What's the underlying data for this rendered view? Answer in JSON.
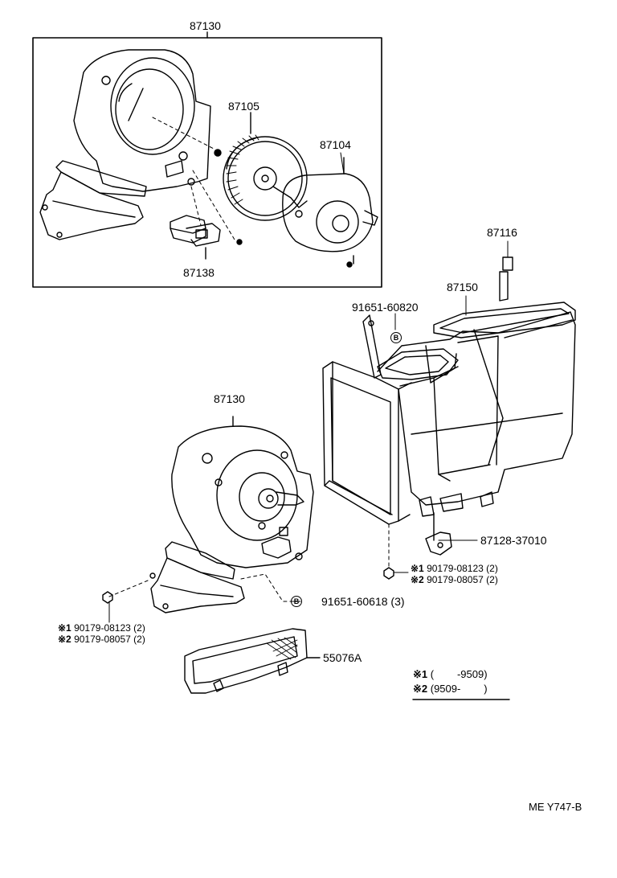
{
  "parts": {
    "p87130_top": "87130",
    "p87105": "87105",
    "p87104": "87104",
    "p87138": "87138",
    "p87116": "87116",
    "p87150": "87150",
    "p91651_60820": "91651-60820",
    "p87130_mid": "87130",
    "p87128": "87128-37010",
    "p91651_60618": "91651-60618 (3)",
    "p55076A": "55076A"
  },
  "callouts_right": {
    "line1_mark": "※1",
    "line1_text": "90179-08123 (2)",
    "line2_mark": "※2",
    "line2_text": "90179-08057 (2)"
  },
  "callouts_left": {
    "line1_mark": "※1",
    "line1_text": "90179-08123 (2)",
    "line2_mark": "※2",
    "line2_text": "90179-08057 (2)"
  },
  "b_marker": "B",
  "legend": {
    "row1_mark": "※1",
    "row1_text": "(        -9509)",
    "row2_mark": "※2",
    "row2_text": "(9509-        )"
  },
  "figure_code": "ME  Y747-B"
}
